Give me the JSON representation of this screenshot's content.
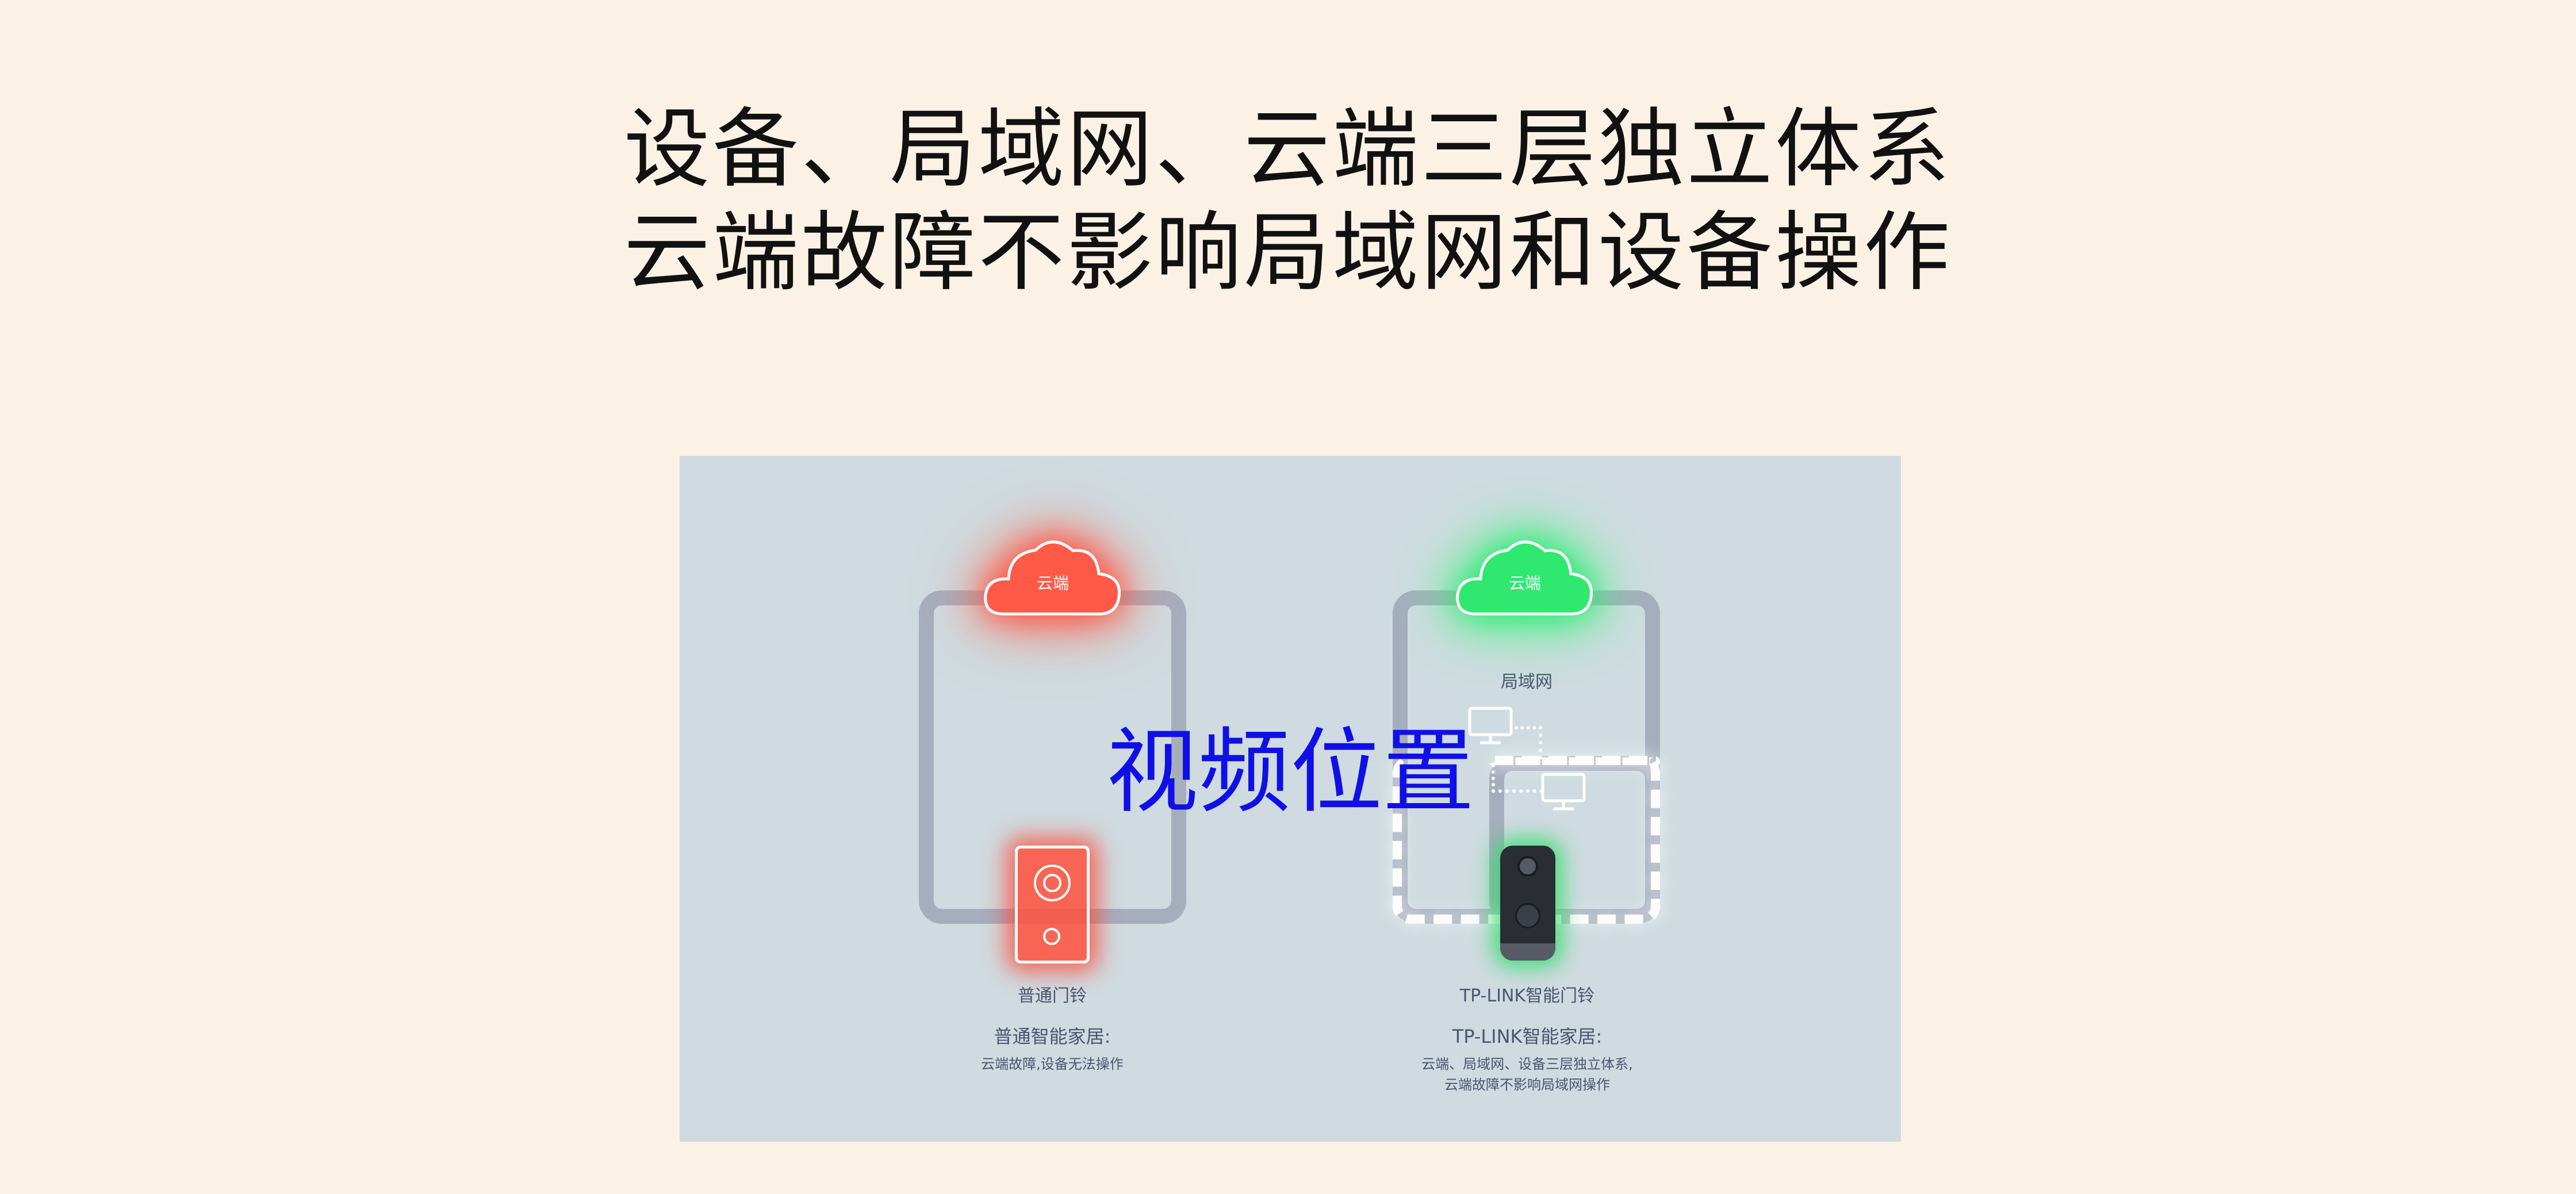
{
  "headline": {
    "line1": "设备、局域网、云端三层独立体系",
    "line2": "云端故障不影响局域网和设备操作"
  },
  "diagram": {
    "overlay_text": "视频位置",
    "left": {
      "cloud_label": "云端",
      "device_label": "普通门铃",
      "heading": "普通智能家居:",
      "description": "云端故障,设备无法操作"
    },
    "right": {
      "cloud_label": "云端",
      "lan_label": "局域网",
      "device_label": "TP-LINK智能门铃",
      "heading": "TP-LINK智能家居:",
      "description_line1": "云端、局域网、设备三层独立体系,",
      "description_line2": "云端故障不影响局域网操作"
    }
  },
  "colors": {
    "background": "#fbf2e5",
    "panel": "#cfdbe0",
    "cloud_fault": "#ff4a3a",
    "cloud_ok": "#22e36b",
    "overlay_text": "#1010e6"
  }
}
